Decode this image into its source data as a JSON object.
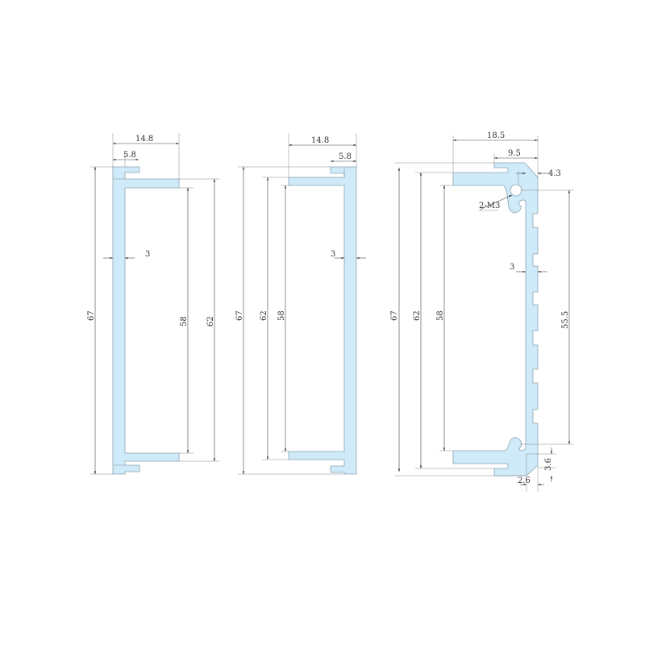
{
  "colors": {
    "profile_fill": "#cfeaf9",
    "profile_outline": "#8aa3b0",
    "dimension_lines": "#444444"
  },
  "profiles": [
    {
      "dimensions": {
        "width_total": "14.8",
        "flange": "5.8",
        "wall": "3",
        "height_total": "67",
        "inner_58": "58",
        "outer_62": "62"
      }
    },
    {
      "dimensions": {
        "width_total": "14.8",
        "flange": "5.8",
        "wall": "3",
        "height_total": "67",
        "outer_62": "62",
        "inner_58": "58"
      }
    },
    {
      "dimensions": {
        "width_total": "18.5",
        "top": "9.5",
        "chamfer": "4.3",
        "thread": "2-M3",
        "wall": "3",
        "height_total": "67",
        "outer_62": "62",
        "inner_58": "58",
        "slot_span": "55.5",
        "foot_h": "3.6",
        "foot_w": "2.6"
      }
    }
  ]
}
